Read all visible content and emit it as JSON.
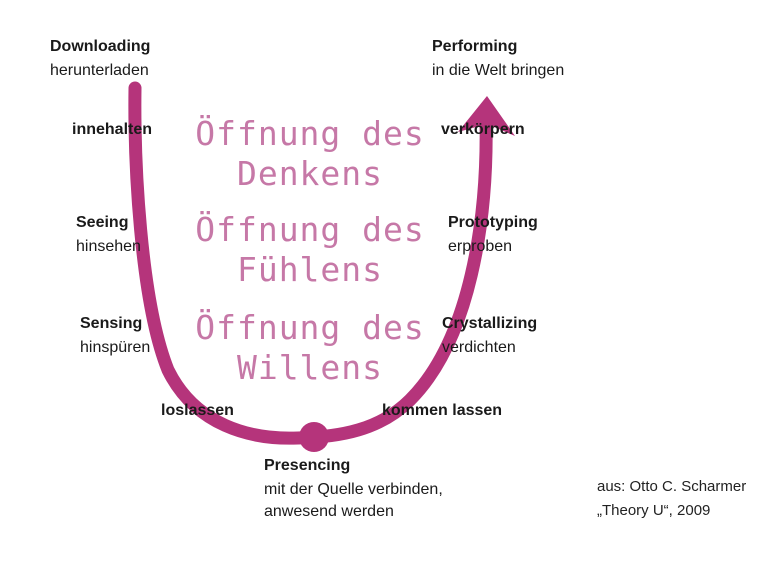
{
  "colors": {
    "accent": "#b5347b",
    "heading": "#c06a9e",
    "text": "#1a1a1a"
  },
  "downloading": {
    "title": "Downloading",
    "sub": "herunterladen"
  },
  "performing": {
    "title": "Performing",
    "sub": "in die Welt bringen"
  },
  "left": {
    "innehalten": "innehalten",
    "seeing": {
      "title": "Seeing",
      "sub": "hinsehen"
    },
    "sensing": {
      "title": "Sensing",
      "sub": "hinspüren"
    },
    "loslassen": "loslassen"
  },
  "right": {
    "verkoerpern": "verkörpern",
    "prototyping": {
      "title": "Prototyping",
      "sub": "erproben"
    },
    "crystallizing": {
      "title": "Crystallizing",
      "sub": "verdichten"
    },
    "kommen": "kommen lassen"
  },
  "presencing": {
    "title": "Presencing",
    "line1": "mit der Quelle verbinden,",
    "line2": "anwesend werden"
  },
  "headings": {
    "denken": {
      "line1": "Öffnung des",
      "line2": "Denkens"
    },
    "fuehlen": {
      "line1": "Öffnung des",
      "line2": "Fühlens"
    },
    "willen": {
      "line1": "Öffnung des",
      "line2": "Willens"
    }
  },
  "source": {
    "line1": "aus: Otto C. Scharmer",
    "line2": "„Theory U“, 2009"
  }
}
